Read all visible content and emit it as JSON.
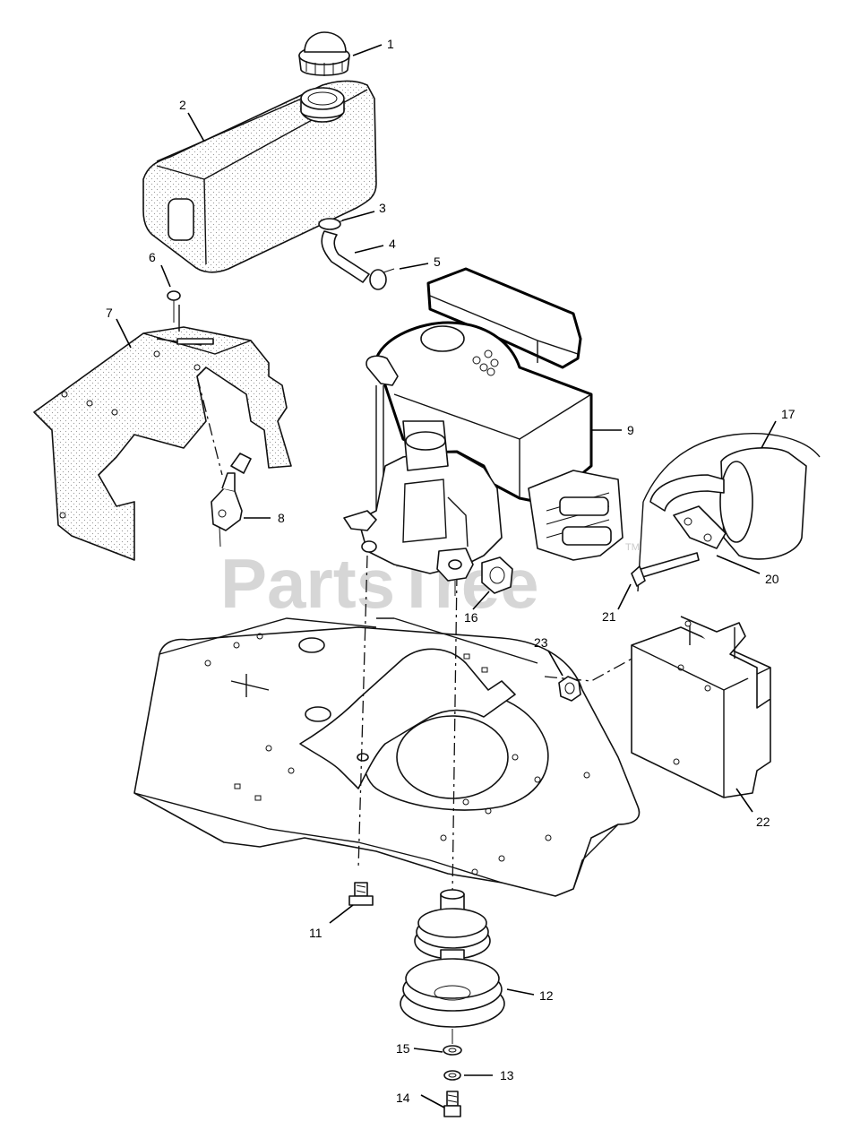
{
  "watermark": {
    "text": "PartsTree",
    "mark": "TM"
  },
  "callouts": [
    {
      "id": "1",
      "label": "1",
      "part": "fuel-cap"
    },
    {
      "id": "2",
      "label": "2",
      "part": "fuel-tank"
    },
    {
      "id": "3",
      "label": "3",
      "part": "hose-clamp-upper"
    },
    {
      "id": "4",
      "label": "4",
      "part": "fuel-line"
    },
    {
      "id": "5",
      "label": "5",
      "part": "hose-clamp-lower"
    },
    {
      "id": "6",
      "label": "6",
      "part": "spring-clip"
    },
    {
      "id": "7",
      "label": "7",
      "part": "engine-shroud-bracket"
    },
    {
      "id": "8",
      "label": "8",
      "part": "throttle-lever"
    },
    {
      "id": "9",
      "label": "9",
      "part": "engine"
    },
    {
      "id": "11",
      "label": "11",
      "part": "mounting-bolt"
    },
    {
      "id": "12",
      "label": "12",
      "part": "double-pulley"
    },
    {
      "id": "13",
      "label": "13",
      "part": "lock-washer"
    },
    {
      "id": "14",
      "label": "14",
      "part": "pulley-bolt"
    },
    {
      "id": "15",
      "label": "15",
      "part": "flat-washer"
    },
    {
      "id": "16",
      "label": "16",
      "part": "exhaust-gasket"
    },
    {
      "id": "17",
      "label": "17",
      "part": "muffler"
    },
    {
      "id": "20",
      "label": "20",
      "part": "muffler-bracket"
    },
    {
      "id": "21",
      "label": "21",
      "part": "muffler-bolt"
    },
    {
      "id": "22",
      "label": "22",
      "part": "heat-shield"
    },
    {
      "id": "23",
      "label": "23",
      "part": "hex-nut"
    }
  ]
}
